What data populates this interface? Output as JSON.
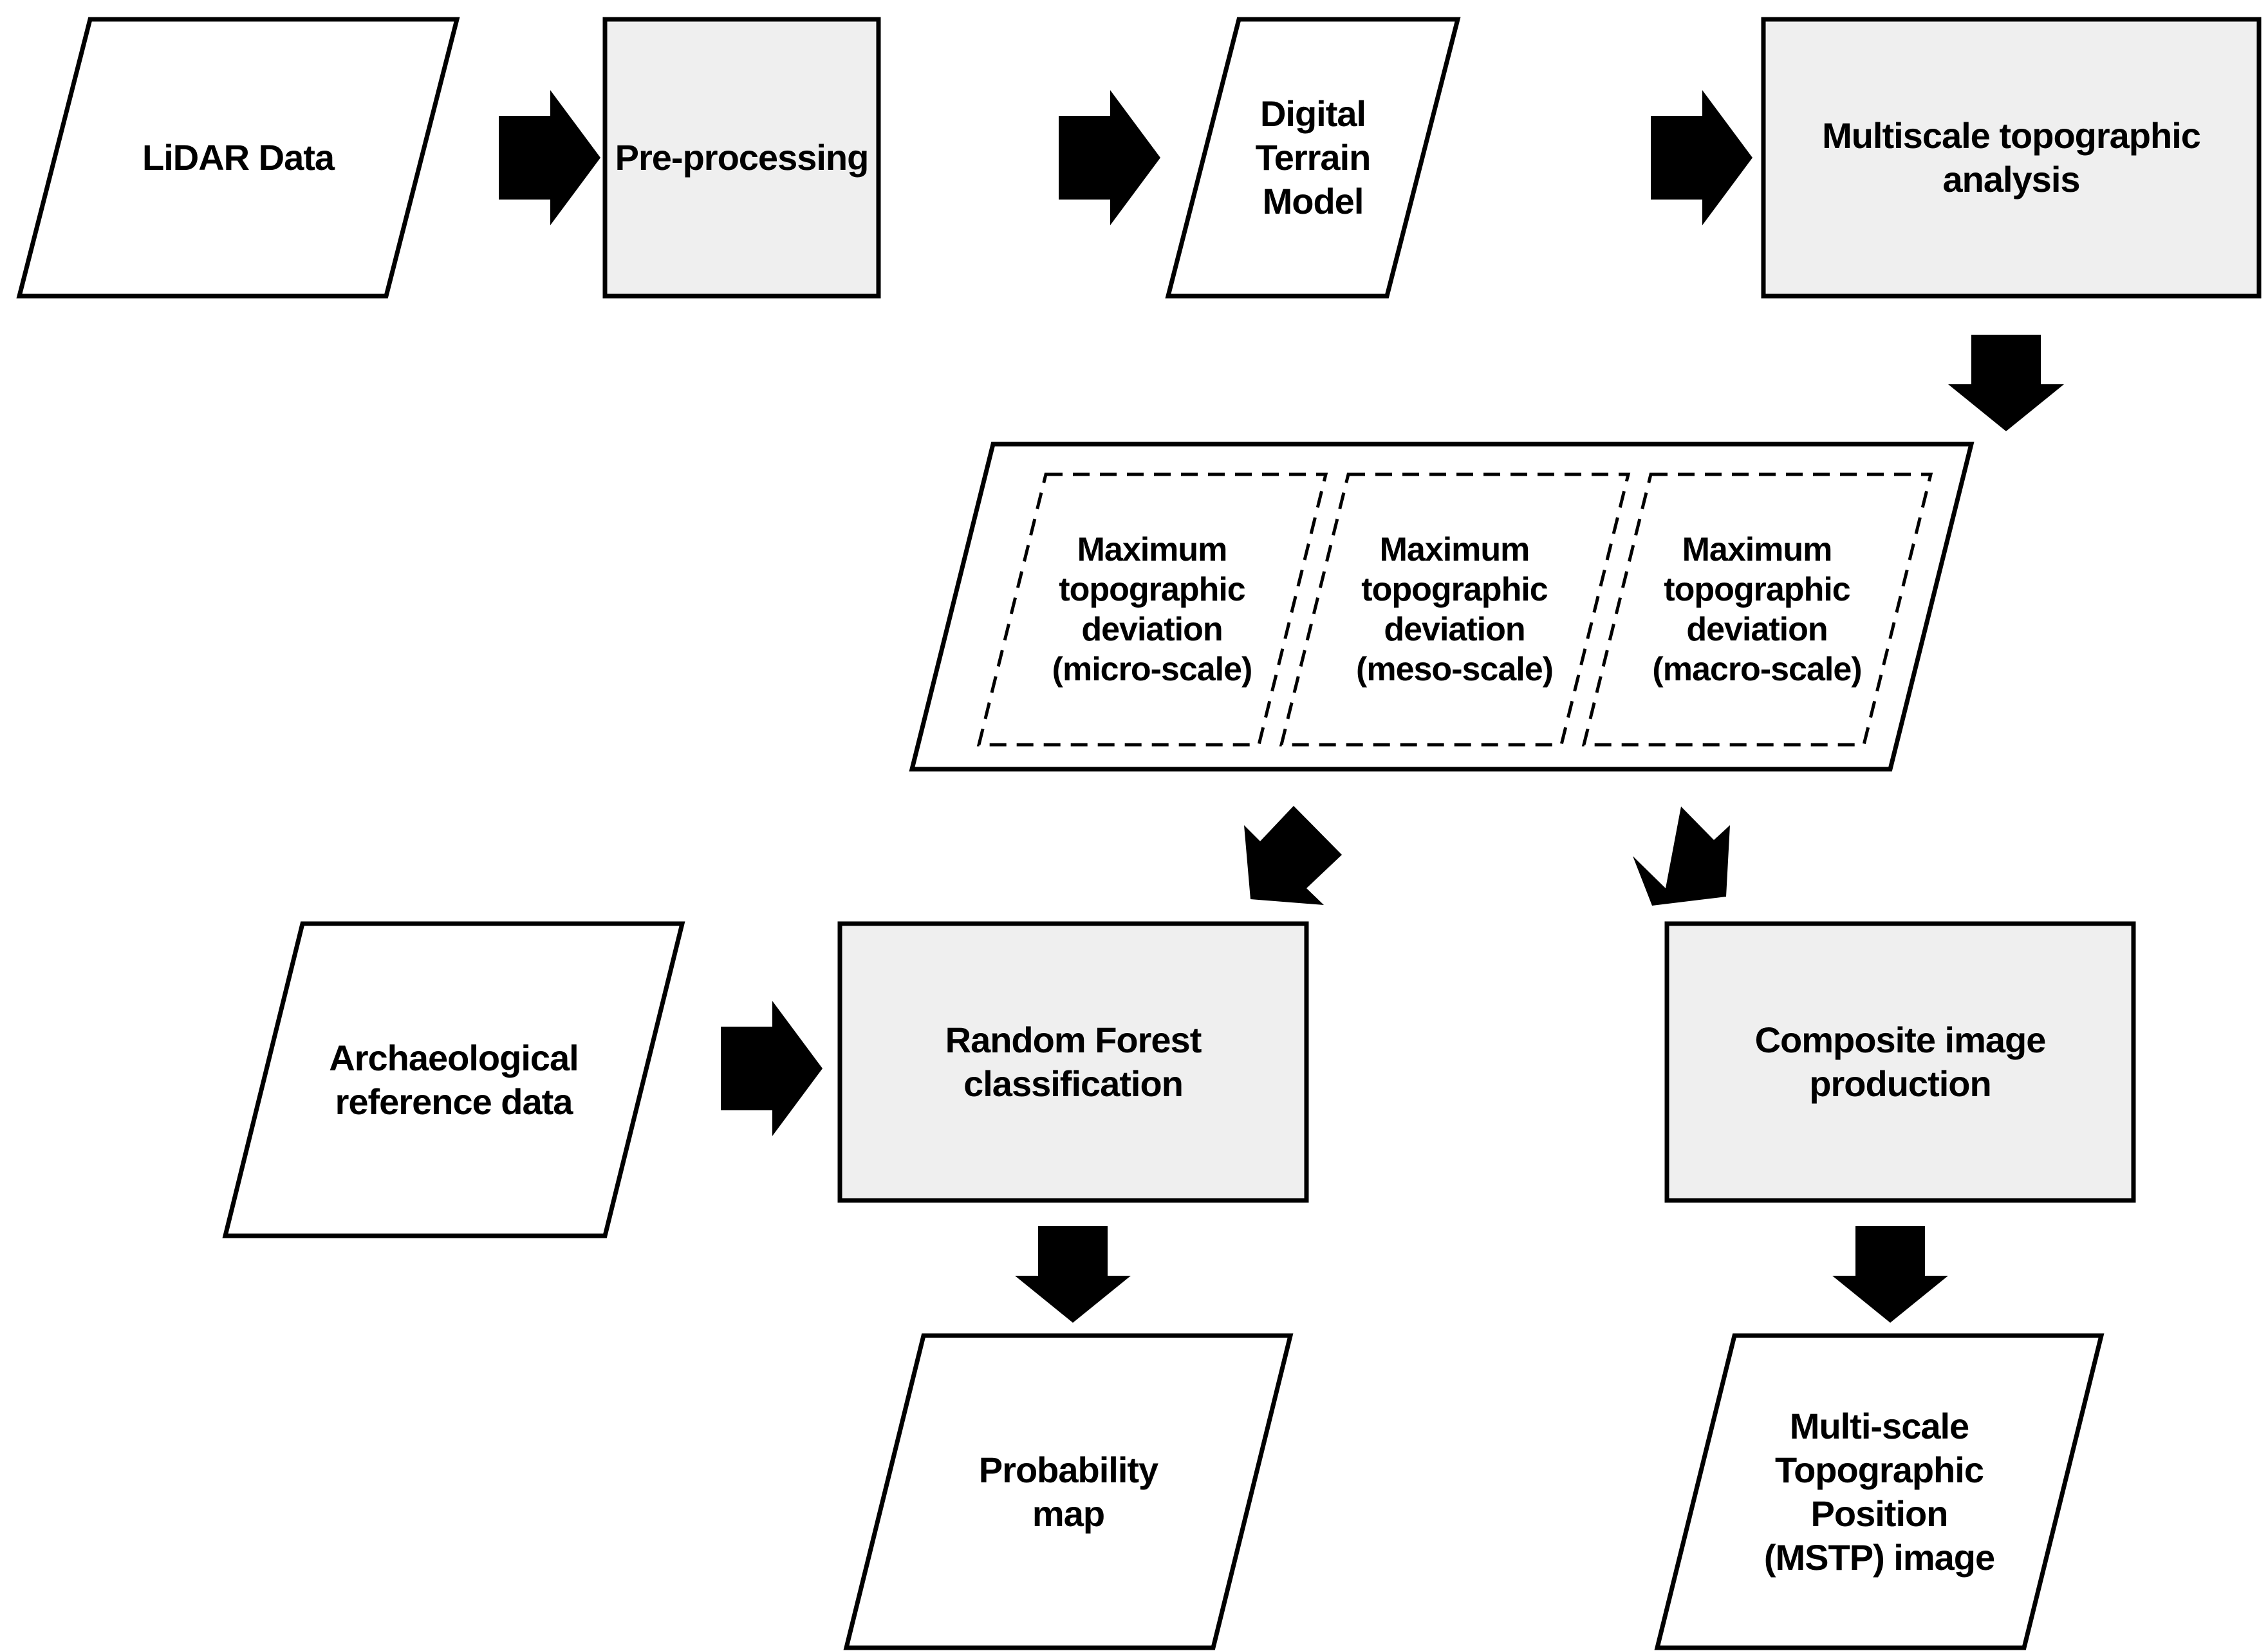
{
  "title": "LiDAR archaeological prospection workflow flowchart",
  "colors": {
    "background": "#ffffff",
    "io_shape_fill": "#ffffff",
    "process_shape_fill": "#efefef",
    "line": "#000000",
    "text": "#000000",
    "arrow": "#000000"
  },
  "nodes": {
    "lidar": {
      "shape": "parallelogram",
      "fill": "#ffffff",
      "lines": [
        "LiDAR Data"
      ]
    },
    "preprocessing": {
      "shape": "rectangle",
      "fill": "#efefef",
      "lines": [
        "Pre-processing"
      ]
    },
    "dtm": {
      "shape": "parallelogram",
      "fill": "#ffffff",
      "lines": [
        "Digital Terrain",
        "Model"
      ]
    },
    "multiscale": {
      "shape": "rectangle",
      "fill": "#efefef",
      "lines": [
        "Multiscale topographic",
        "analysis"
      ]
    },
    "mtd_micro": {
      "shape": "dashed-parallelogram",
      "fill": "none",
      "lines": [
        "Maximum",
        "topographic",
        "deviation",
        "(micro-scale)"
      ]
    },
    "mtd_meso": {
      "shape": "dashed-parallelogram",
      "fill": "none",
      "lines": [
        "Maximum",
        "topographic",
        "deviation",
        "(meso-scale)"
      ]
    },
    "mtd_macro": {
      "shape": "dashed-parallelogram",
      "fill": "none",
      "lines": [
        "Maximum",
        "topographic",
        "deviation",
        "(macro-scale)"
      ]
    },
    "arch": {
      "shape": "parallelogram",
      "fill": "#ffffff",
      "lines": [
        "Archaeological",
        "reference data"
      ]
    },
    "rf": {
      "shape": "rectangle",
      "fill": "#efefef",
      "lines": [
        "Random Forest",
        "classification"
      ]
    },
    "composite": {
      "shape": "rectangle",
      "fill": "#efefef",
      "lines": [
        "Composite image",
        "production"
      ]
    },
    "probability": {
      "shape": "parallelogram",
      "fill": "#ffffff",
      "lines": [
        "Probability",
        "map"
      ]
    },
    "mstp": {
      "shape": "parallelogram",
      "fill": "#ffffff",
      "lines": [
        "Multi-scale",
        "Topographic",
        "Position",
        "(MSTP) image"
      ]
    }
  },
  "connectors": [
    {
      "name": "lidar-to-preprocessing",
      "type": "arrow-right"
    },
    {
      "name": "preprocessing-to-dtm",
      "type": "arrow-right"
    },
    {
      "name": "dtm-to-multiscale",
      "type": "arrow-right"
    },
    {
      "name": "multiscale-to-deviations",
      "type": "arrow-down"
    },
    {
      "name": "deviations-to-rf",
      "type": "arrow-diagonal-down-left"
    },
    {
      "name": "deviations-to-composite",
      "type": "arrow-diagonal-down-left"
    },
    {
      "name": "arch-to-rf",
      "type": "arrow-right"
    },
    {
      "name": "rf-to-probability",
      "type": "arrow-down"
    },
    {
      "name": "composite-to-mstp",
      "type": "arrow-down"
    }
  ]
}
